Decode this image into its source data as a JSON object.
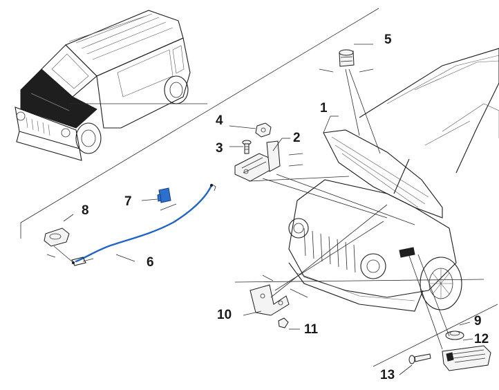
{
  "diagram": {
    "callouts": [
      {
        "id": "1",
        "label": "1"
      },
      {
        "id": "2",
        "label": "2"
      },
      {
        "id": "3",
        "label": "3"
      },
      {
        "id": "4",
        "label": "4"
      },
      {
        "id": "5",
        "label": "5"
      },
      {
        "id": "6",
        "label": "6"
      },
      {
        "id": "7",
        "label": "7"
      },
      {
        "id": "8",
        "label": "8"
      },
      {
        "id": "9",
        "label": "9"
      },
      {
        "id": "10",
        "label": "10"
      },
      {
        "id": "11",
        "label": "11"
      },
      {
        "id": "12",
        "label": "12"
      },
      {
        "id": "13",
        "label": "13"
      }
    ],
    "colors": {
      "line": "#1a1a1a",
      "highlight_cable": "#1f63c6",
      "hood_fill": "#1e1e1e"
    },
    "icons": [
      "vehicle-overview",
      "hood-panel",
      "hood-release-cable",
      "latch-assembly",
      "bracket",
      "bumper-stop",
      "nut",
      "bolt"
    ]
  }
}
